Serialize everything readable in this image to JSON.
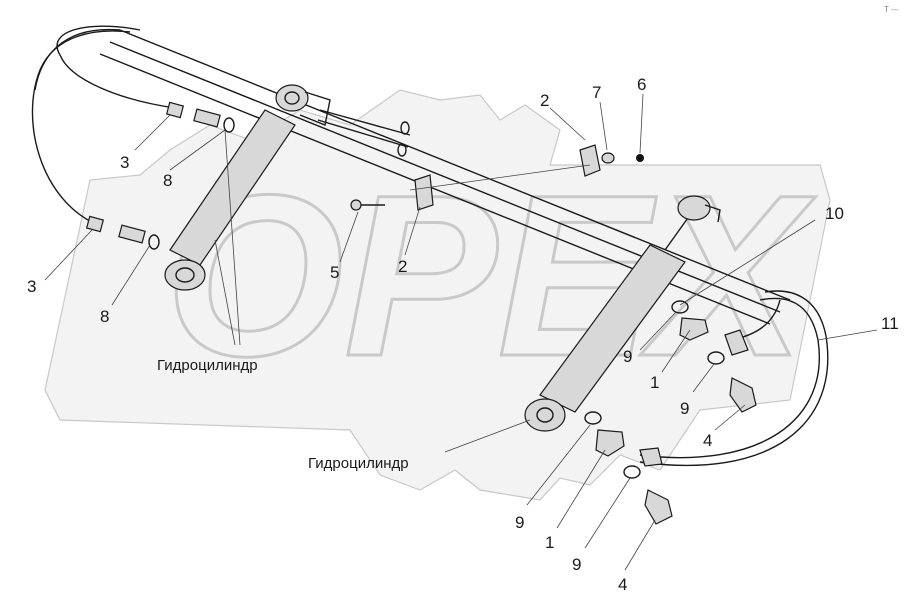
{
  "watermark": {
    "text": "OPEX"
  },
  "corner_mark": "T ---",
  "labels": {
    "l2a": "2",
    "l7": "7",
    "l6": "6",
    "l3a": "3",
    "l8a": "8",
    "l3b": "3",
    "l8b": "8",
    "l5": "5",
    "l2b": "2",
    "l10": "10",
    "l11": "11",
    "l9a": "9",
    "l1a": "1",
    "l9b": "9",
    "l4a": "4",
    "l9c": "9",
    "l1b": "1",
    "l9d": "9",
    "l4b": "4"
  },
  "captions": {
    "cyl_left": "Гидроцилиндр",
    "cyl_right": "Гидроцилиндр"
  }
}
